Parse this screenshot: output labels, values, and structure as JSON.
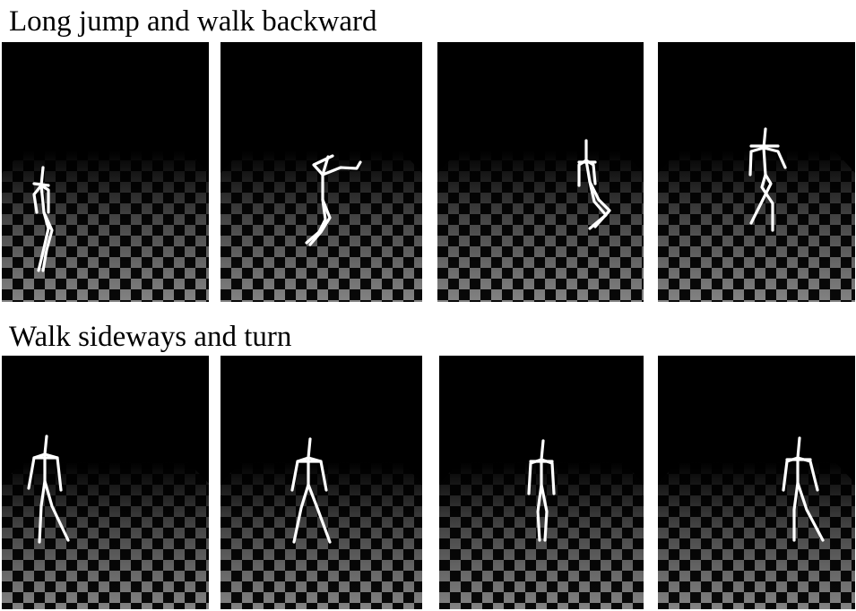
{
  "rows": [
    {
      "title": "Long jump and walk backward",
      "frames": [
        {
          "pose": "jump-crouch-left"
        },
        {
          "pose": "jump-arms-forward"
        },
        {
          "pose": "landing-crouch"
        },
        {
          "pose": "walk-backward"
        }
      ]
    },
    {
      "title": "Walk sideways and turn",
      "frames": [
        {
          "pose": "walk-sideways-a"
        },
        {
          "pose": "walk-sideways-b"
        },
        {
          "pose": "walk-sideways-c"
        },
        {
          "pose": "walk-sideways-d"
        }
      ]
    }
  ],
  "colors": {
    "background": "#000000",
    "floor_light": "#9a9a9a",
    "floor_dark": "#0a0a0a",
    "skeleton": "#ffffff",
    "page": "#ffffff"
  }
}
